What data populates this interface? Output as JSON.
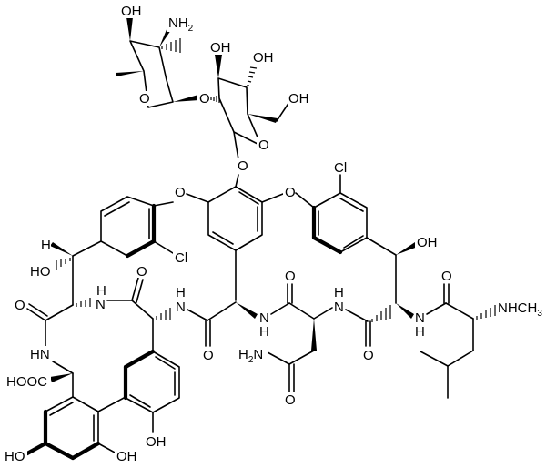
{
  "diagram": {
    "type": "chemical-structure",
    "compound": "glycopeptide (vancomycin-type)",
    "labels": {
      "sugar1_oh": "OH",
      "sugar1_nh2": "NH",
      "sugar1_nh2_sub": "2",
      "sugar1_ring_o": "O",
      "glyco_o": "O",
      "sugar2_oh1": "OH",
      "sugar2_oh2": "OH",
      "sugar2_ch2oh": "OH",
      "sugar2_ring_o": "O",
      "aryl_o_link": "O",
      "ether_o_left": "O",
      "ether_o_right": "O",
      "cl_left": "Cl",
      "cl_right": "Cl",
      "h_stereo": "H",
      "ho_left": "HO",
      "oh_right": "OH",
      "amide_o1": "O",
      "amide_o2": "O",
      "amide_o3": "O",
      "amide_o4": "O",
      "amide_o5": "O",
      "amide_o6": "O",
      "asn_o": "O",
      "nh1": "N",
      "nh1_h": "H",
      "nh2": "N",
      "nh2_h": "H",
      "nh3": "N",
      "nh3_h": "H",
      "nh4": "N",
      "nh4_h": "H",
      "nh5": "N",
      "nh5_h": "H",
      "hn_left": "HN",
      "h2n_asn": "H",
      "h2n_asn_sub": "2",
      "h2n_asn_n": "N",
      "nhch3": "NHCH",
      "nhch3_sub": "3",
      "hooc": "HOOC",
      "oh_bottom1": "HO",
      "oh_bottom2": "OH",
      "oh_bottom3": "OH"
    }
  }
}
